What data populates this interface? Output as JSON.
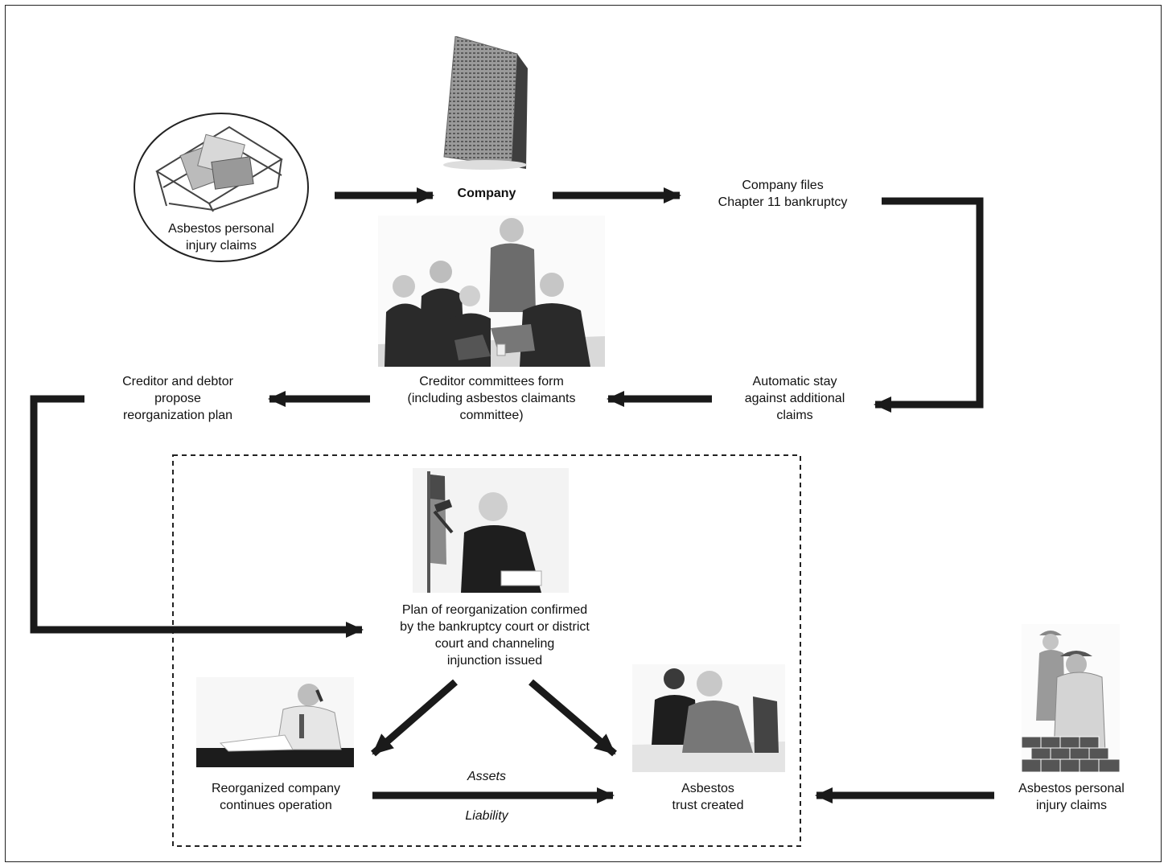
{
  "nodes": {
    "claims_top": "Asbestos personal\ninjury claims",
    "company": "Company",
    "chapter11": "Company files\nChapter 11 bankruptcy",
    "committees": "Creditor committees form\n(including asbestos claimants\ncommittee)",
    "auto_stay": "Automatic stay\nagainst additional\nclaims",
    "propose_plan": "Creditor and debtor\npropose\nreorganization plan",
    "plan_confirmed": "Plan of reorganization confirmed\nby the bankruptcy court or district\ncourt and channeling\ninjunction issued",
    "reorg_company": "Reorganized company\ncontinues operation",
    "trust": "Asbestos\ntrust created",
    "claims_bottom": "Asbestos personal\ninjury claims"
  },
  "edge_labels": {
    "assets": "Assets",
    "liability": "Liability"
  },
  "pictures": {
    "claims_tray": "inbox-tray-icon",
    "building": "office-building-icon",
    "meeting": "business-meeting-icon",
    "judge": "judge-gavel-icon",
    "businessman": "businessman-phone-icon",
    "trust_people": "trust-meeting-icon",
    "workers": "construction-workers-icon"
  }
}
